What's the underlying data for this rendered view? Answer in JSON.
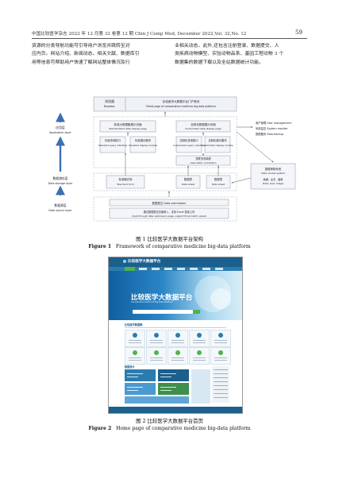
{
  "header": {
    "running_head": "中国比较医学杂志 2022 年 12 月第 32 卷第 12 期   Chin J Comp Med, December 2022,Vol. 32,No. 12",
    "page_number": "59"
  },
  "body_text": {
    "left_lines": [
      "资源的分类导航功能可引导用户浏览并跳转至对",
      "应内页。网站介绍、新闻动态、相关文献、数据库引",
      "用等信息可帮助用户快速了解网站整体情况及行"
    ],
    "right_lines": [
      "业相关动态。此外,还包含注册登录、数据提交、人",
      "类疾病动物模型、实验动物品系、基因工程动物 3 个",
      "数据集的数据下载以及全站数据统计功能。"
    ]
  },
  "figure1": {
    "browser_label": "浏览器",
    "browser_label_en": "Browser",
    "portal": "比较医学大数据平台门户首页",
    "portal_en": "Portal page of comparative medicine big-data platform",
    "app_layer": "应用层",
    "app_layer_en": "Application layer",
    "std_page": "标准大数据集展示页面",
    "std_page_en": "Standardized data display page",
    "cust_page": "定制化数据展示页面",
    "cust_page_en": "Customized data display page",
    "std_query": "标准查询接口",
    "std_query_en": "Standard query interface",
    "std_display": "标准展示模块",
    "std_display_en": "Standard display module",
    "cust_query": "定制化查询接口",
    "cust_query_en": "Customized query interface",
    "cust_display": "定制化展示模块",
    "cust_display_en": "Customized display module",
    "unified": "关联关系映射",
    "unified_en": "Association correlation",
    "storage_layer": "数据储存层",
    "storage_layer_en": "Data storage layer",
    "std_store": "标准格式库",
    "std_store_en": "Standard form",
    "data_sheet_1": "数据表",
    "data_sheet_1_en": "Data sheet",
    "data_sheet_2": "数据表",
    "data_sheet_2_en": "Data sheet",
    "user_mgmt": "用户管理 User management",
    "user_mgmt_2": "系统监控 System monitor",
    "user_mgmt_3": "数据备份 Data backup",
    "review": "数据审核系统",
    "review_en": "Data review system",
    "review_items": "数据、文字、图像",
    "review_items_en": "Data, text, image",
    "source_layer": "数据源层",
    "source_layer_en": "Data source layer",
    "submission": "数据提交 Data submission",
    "submission_detail": "通过数据提交页面录入、支持 Excel 批量上传",
    "submission_detail_en": "Input through data submission page, support Excel batch upload"
  },
  "figure1_caption": {
    "zh": "图 1   比较医学大数据平台架构",
    "en_label": "Figure 1",
    "en_text": "Framework of comparative medicine big-data platform"
  },
  "figure2": {
    "site_title": "比较医学大数据平台",
    "banner_title": "比较医学大数据平台",
    "banner_sub": "Comparative Medicine Big-Data Platform",
    "section_1": "比较医学数据集",
    "section_2": "数据统计"
  },
  "figure2_caption": {
    "zh": "图 2   比较医学大数据平台首页",
    "en_label": "Figure 2",
    "en_text": "Home page of comparative medicine big-data platform"
  },
  "colors": {
    "site_primary": "#1b5f8d",
    "site_accent": "#4fb24c",
    "diagram_box": "#f3f5f8",
    "diagram_stroke": "#8a96a3",
    "arrow_blue": "#3d6fb3"
  }
}
